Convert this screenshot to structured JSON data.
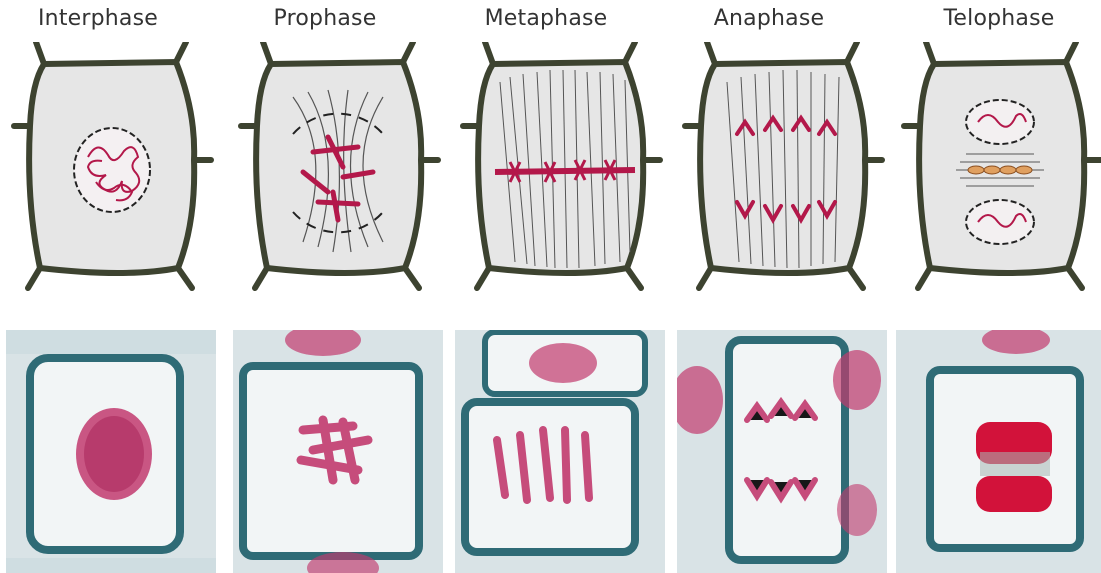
{
  "stages": [
    {
      "key": "interphase",
      "label": "Interphase"
    },
    {
      "key": "prophase",
      "label": "Prophase"
    },
    {
      "key": "metaphase",
      "label": "Metaphase"
    },
    {
      "key": "anaphase",
      "label": "Anaphase"
    },
    {
      "key": "telophase",
      "label": "Telophase"
    }
  ],
  "colors": {
    "cell_wall": "#3d4330",
    "cytoplasm": "#e6e6e6",
    "chromosome": "#b3184a",
    "spindle": "#6b6b5a",
    "photo_wall": "#2f6b76",
    "photo_bg": "#d9e3e6",
    "photo_stain": "#c23a6e"
  }
}
